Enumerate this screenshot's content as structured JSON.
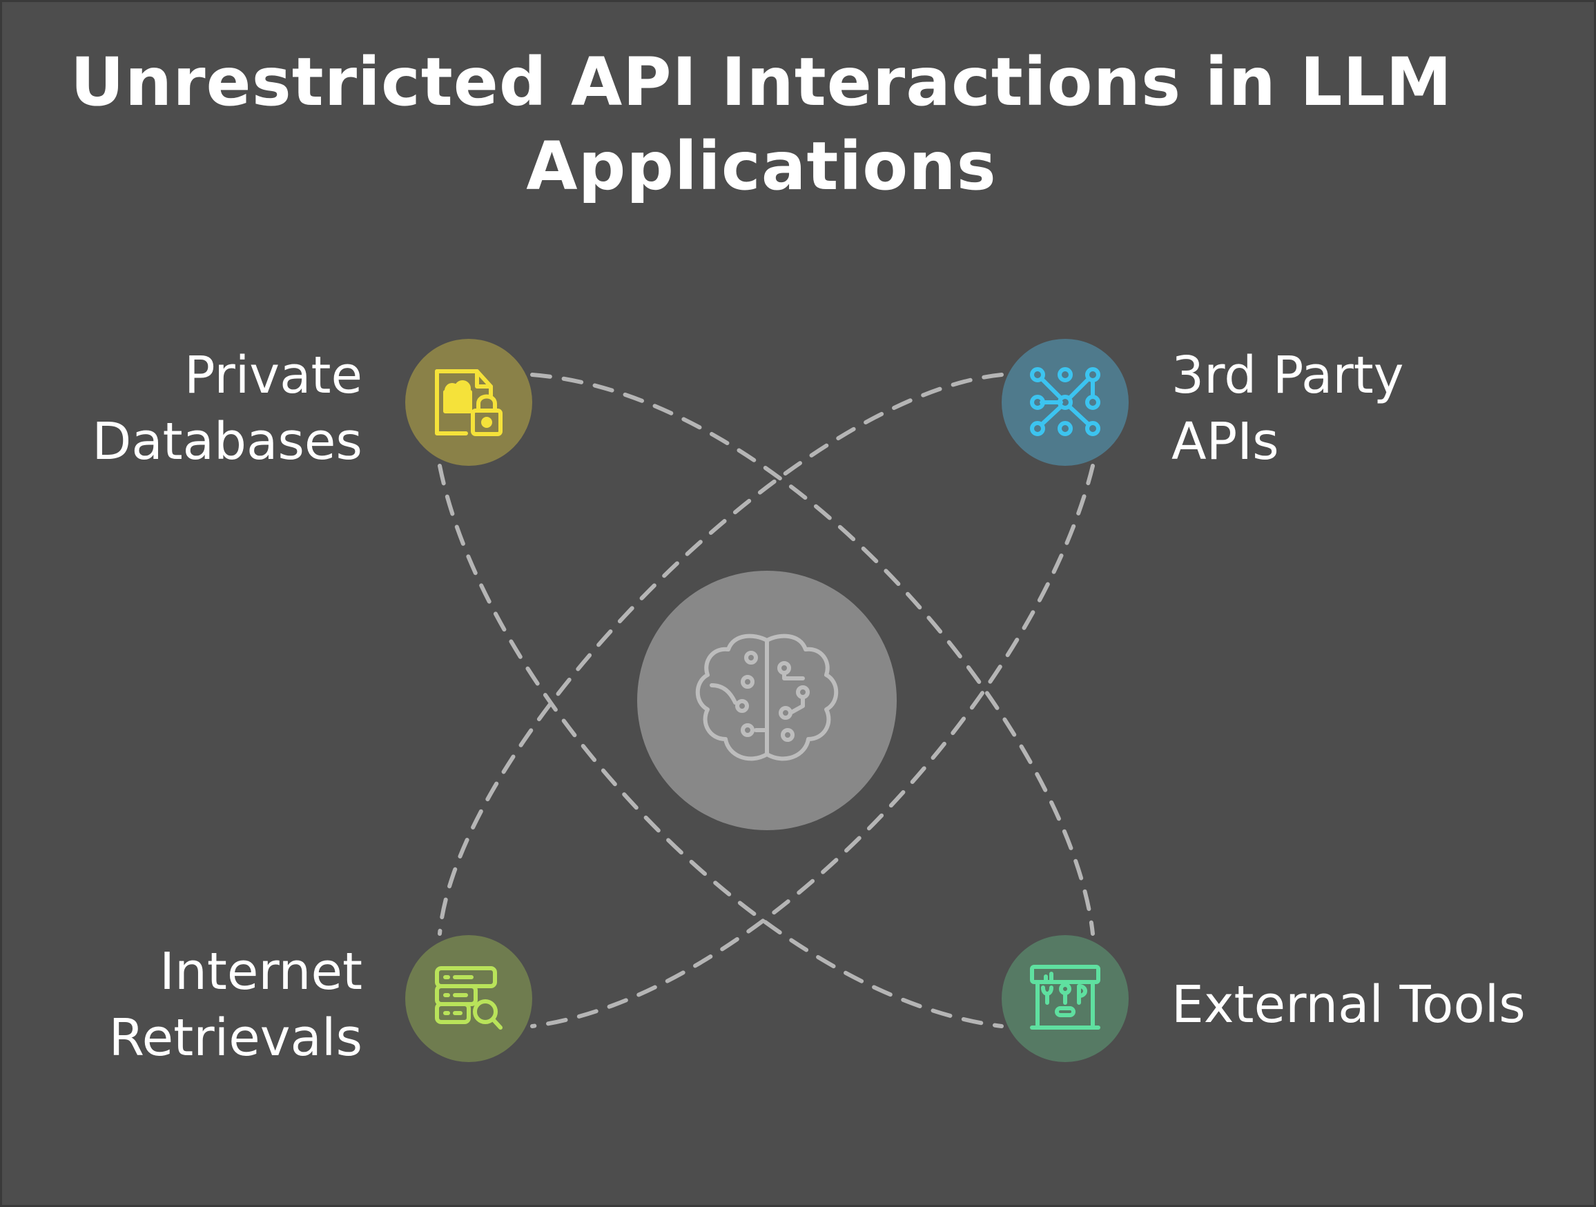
{
  "title": {
    "line1": "Unrestricted API Interactions in LLM",
    "line2": "Applications"
  },
  "center": {
    "icon": "brain-circuit-icon",
    "color": "#888888"
  },
  "nodes": {
    "private_databases": {
      "line1": "Private",
      "line2": "Databases",
      "icon": "database-lock-icon",
      "color": "#8a8148",
      "icon_color": "#f5e23a"
    },
    "third_party_apis": {
      "line1": "3rd Party",
      "line2": "APIs",
      "icon": "network-nodes-icon",
      "color": "#4f7a8c",
      "icon_color": "#3cc4f0"
    },
    "internet_retrievals": {
      "line1": "Internet",
      "line2": "Retrievals",
      "icon": "server-search-icon",
      "color": "#6f7c4f",
      "icon_color": "#b9e35a"
    },
    "external_tools": {
      "line1": "External Tools",
      "icon": "toolbox-icon",
      "color": "#567a64",
      "icon_color": "#5fe0a0"
    }
  },
  "connector_color": "#b5b5b5"
}
